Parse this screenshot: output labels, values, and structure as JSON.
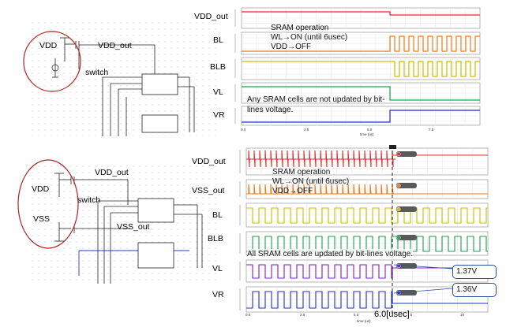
{
  "top": {
    "schematic": {
      "vdd_label": "VDD",
      "vdd_out_label": "VDD_out",
      "switch_label": "switch"
    },
    "annotation": {
      "line1": "SRAM operation",
      "line2": "WL→ON (until 6usec)",
      "line3": "VDD→OFF"
    },
    "note": "Any SRAM cells are not updated by bit-lines voltage.",
    "rows": [
      "VDD_out",
      "BL",
      "BLB",
      "VL",
      "VR"
    ],
    "x_ticks": [
      "0.0",
      "2.5",
      "5.0",
      "7.5"
    ],
    "x_label": "time (us)"
  },
  "bottom": {
    "schematic": {
      "vdd_label": "VDD",
      "vss_label": "VSS",
      "vdd_out_label": "VDD_out",
      "vss_out_label": "VSS_out",
      "switch_label": "switch"
    },
    "annotation": {
      "line1": "SRAM operation",
      "line2": "WL→ON (until 6usec)",
      "line3": "VDD→OFF"
    },
    "note": "All SRAM cells are updated by bit-lines voltage.",
    "rows": [
      "VDD_out",
      "VSS_out",
      "BL",
      "BLB",
      "VL",
      "VR"
    ],
    "x_ticks": [
      "0.0",
      "2.5",
      "5.0",
      "7.5",
      "10"
    ],
    "x_label": "time (us)",
    "cursor_label": "6.0[usec]",
    "callout_vl": "1.37V",
    "callout_vr": "1.36V"
  },
  "colors": {
    "vdd_out": "#e8262b",
    "vss_out": "#f07c1c",
    "bl": "#c9c000",
    "blb": "#1aa34a",
    "vl": "#7a1fc9",
    "vr": "#1f2fd6",
    "circle": "#b22222"
  }
}
